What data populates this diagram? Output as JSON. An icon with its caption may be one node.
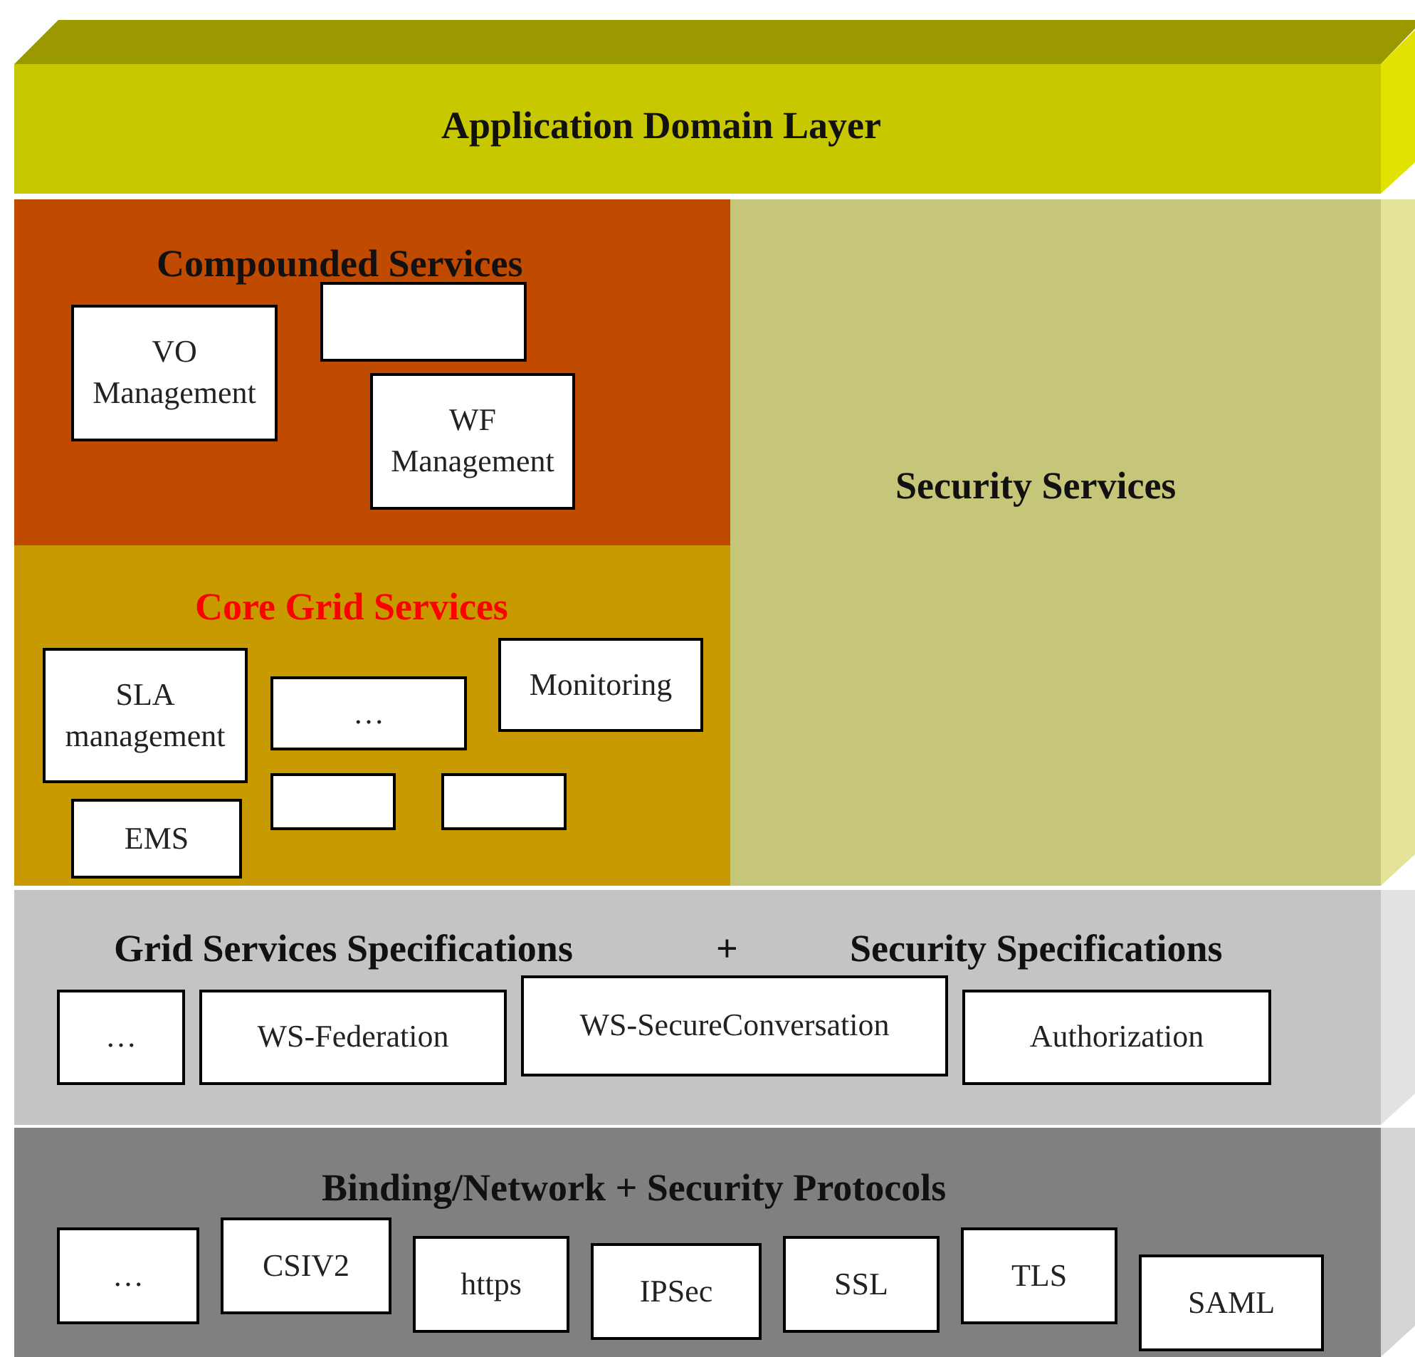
{
  "diagram": {
    "nodes": [
      {
        "text": [
          "Application Domain Layer"
        ]
      },
      {
        "text": [
          "Compounded Services"
        ]
      },
      {
        "text": [
          "VO Management"
        ],
        "in": 1
      },
      {
        "text": [],
        "shape": "box",
        "in": 1
      },
      {
        "text": [
          "WF Management"
        ],
        "in": 1
      },
      {
        "text": [
          "Security Services"
        ]
      },
      {
        "text": [
          "Core Grid Services"
        ]
      },
      {
        "text": [
          "SLA management"
        ],
        "in": 6
      },
      {
        "text": [
          "…"
        ],
        "in": 6
      },
      {
        "text": [
          "Monitoring"
        ],
        "in": 6
      },
      {
        "text": [],
        "shape": "box",
        "in": 6
      },
      {
        "text": [],
        "shape": "box",
        "in": 6
      },
      {
        "text": [
          "EMS"
        ],
        "in": 6
      },
      {
        "text": [
          "Grid Services Specifications",
          "+",
          "Security Specifications"
        ]
      },
      {
        "text": [
          "…"
        ],
        "in": 13
      },
      {
        "text": [
          "WS-Federation"
        ],
        "in": 13
      },
      {
        "text": [
          "WS-SecureConversation"
        ],
        "in": 13
      },
      {
        "text": [
          "Authorization"
        ],
        "in": 13
      },
      {
        "text": [
          "Binding/Network + Security Protocols"
        ]
      },
      {
        "text": [
          "…"
        ],
        "in": 18
      },
      {
        "text": [
          "CSIV2"
        ],
        "in": 18
      },
      {
        "text": [
          "https"
        ],
        "in": 18
      },
      {
        "text": [
          "IPSec"
        ],
        "in": 18
      },
      {
        "text": [
          "SSL"
        ],
        "in": 18
      },
      {
        "text": [
          "TLS"
        ],
        "in": 18
      },
      {
        "text": [
          "SAML"
        ],
        "in": 18
      }
    ]
  }
}
